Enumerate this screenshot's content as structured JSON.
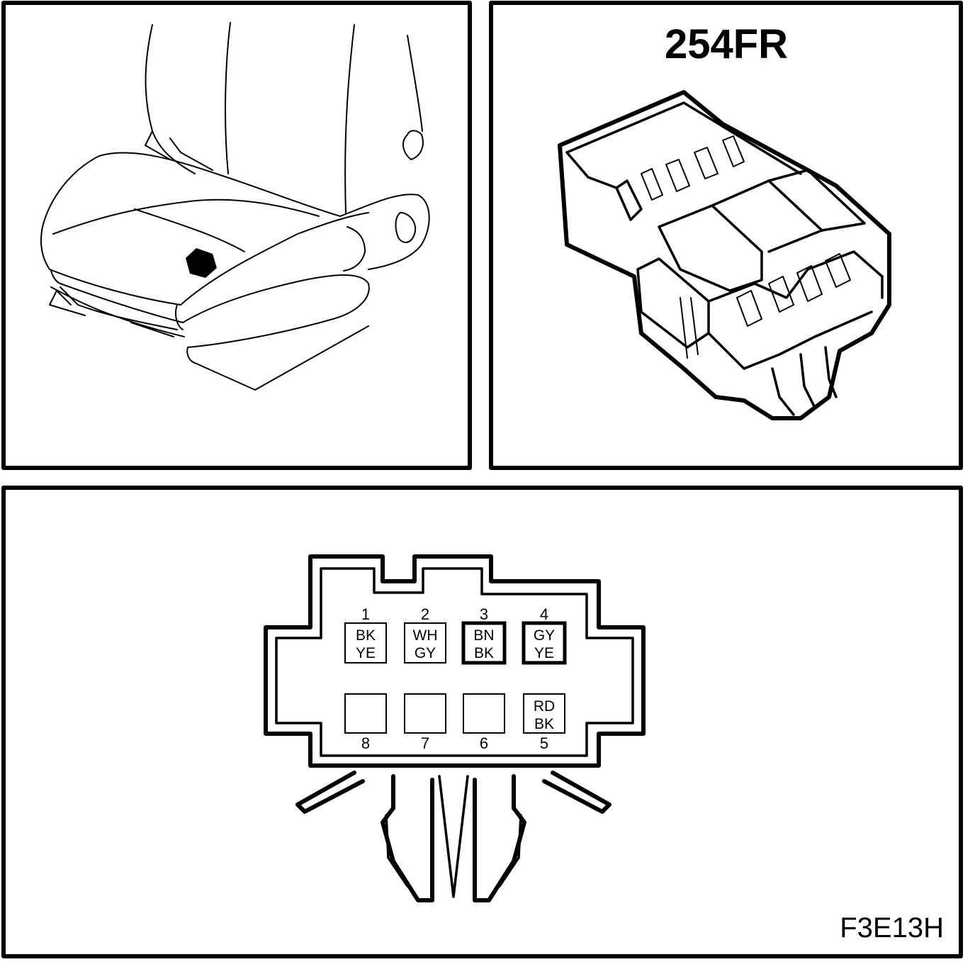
{
  "connector": {
    "title": "254FR",
    "figure_code": "F3E13H",
    "pins": [
      {
        "num": "1",
        "c1": "BK",
        "c2": "YE",
        "bold": false
      },
      {
        "num": "2",
        "c1": "WH",
        "c2": "GY",
        "bold": false
      },
      {
        "num": "3",
        "c1": "BN",
        "c2": "BK",
        "bold": true
      },
      {
        "num": "4",
        "c1": "GY",
        "c2": "YE",
        "bold": true
      },
      {
        "num": "5",
        "c1": "RD",
        "c2": "BK",
        "bold": false
      },
      {
        "num": "6",
        "c1": "",
        "c2": "",
        "bold": false
      },
      {
        "num": "7",
        "c1": "",
        "c2": "",
        "bold": false
      },
      {
        "num": "8",
        "c1": "",
        "c2": "",
        "bold": false
      }
    ]
  }
}
